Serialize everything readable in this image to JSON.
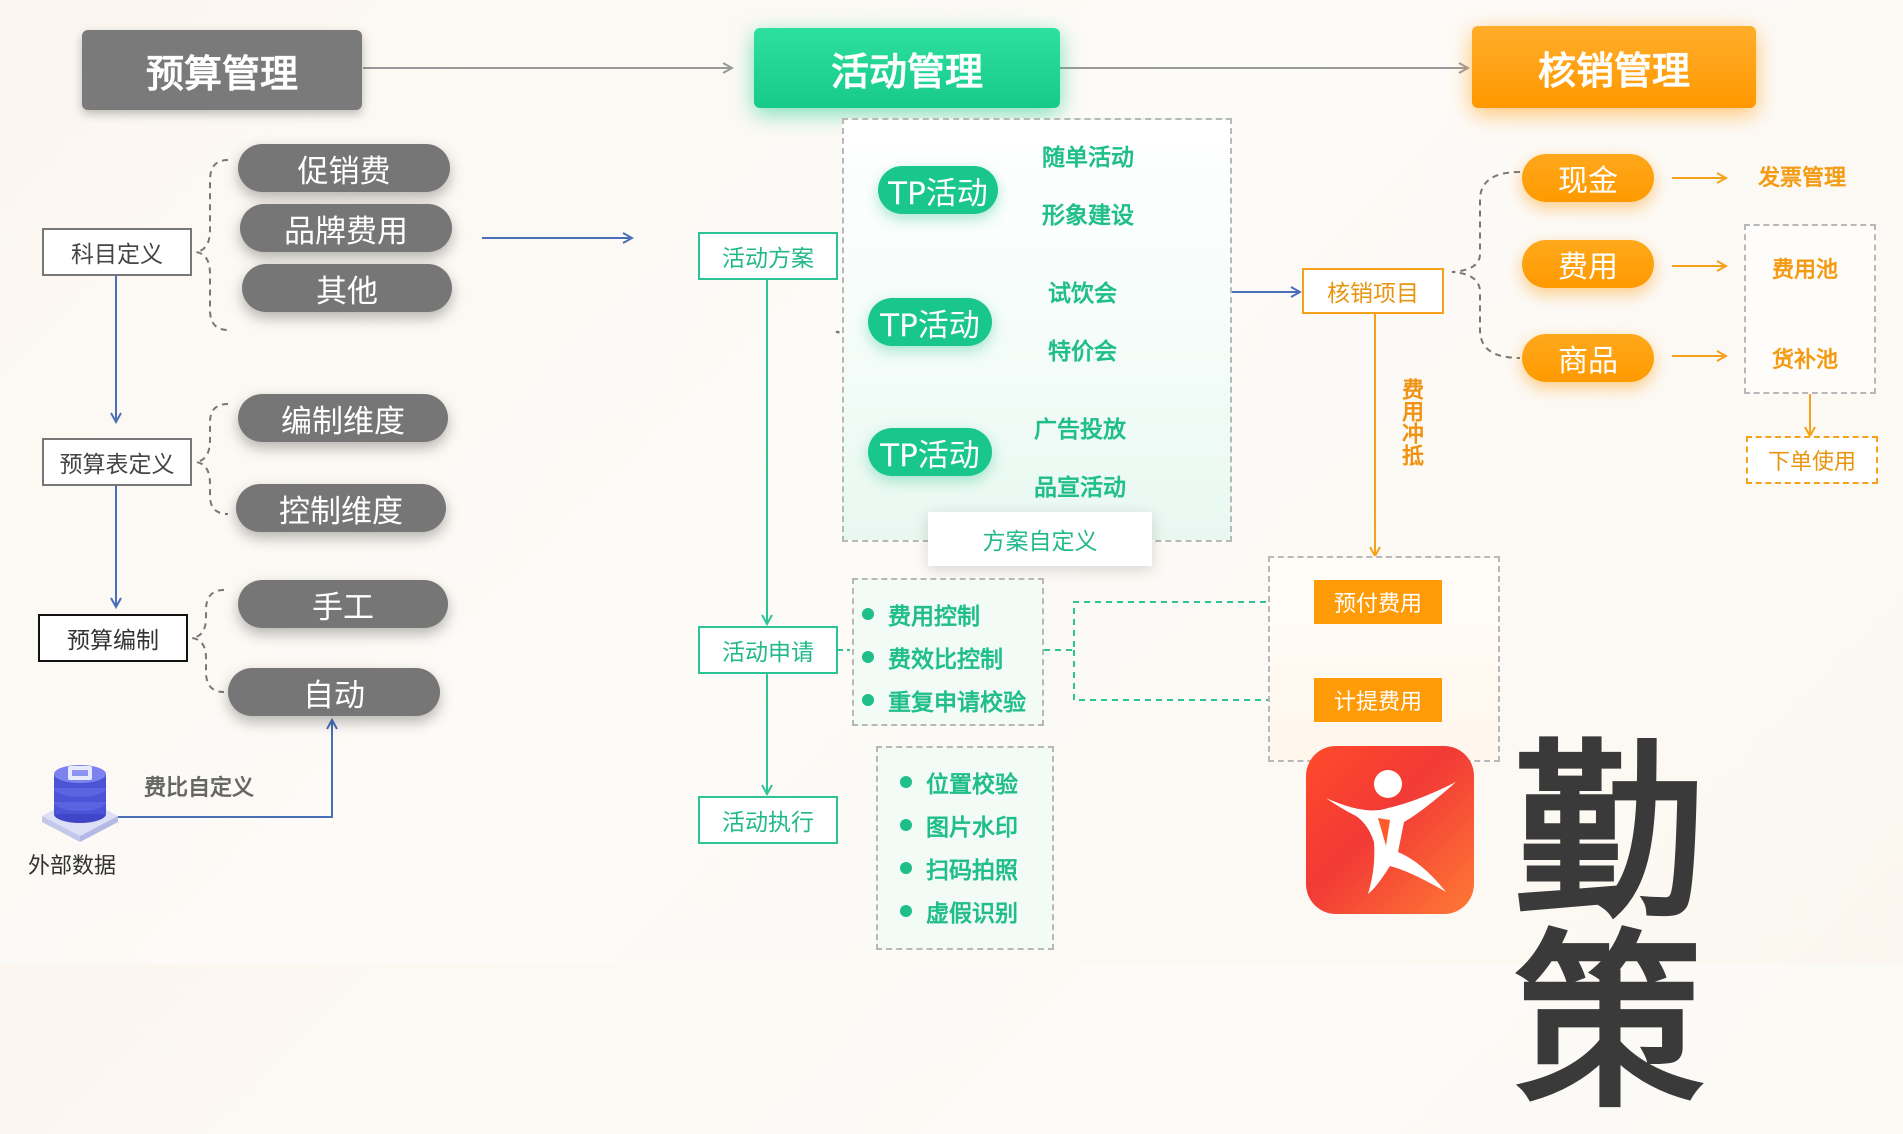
{
  "headers": {
    "budget": "预算管理",
    "activity": "活动管理",
    "writeoff": "核销管理"
  },
  "budget": {
    "subject_def": "科目定义",
    "subject_items": [
      "促销费",
      "品牌费用",
      "其他"
    ],
    "table_def": "预算表定义",
    "table_items": [
      "编制维度",
      "控制维度"
    ],
    "compile": "预算编制",
    "compile_items": [
      "手工",
      "自动"
    ],
    "ratio_label": "费比自定义",
    "external": "外部数据"
  },
  "activity": {
    "plan": "活动方案",
    "tp_label": "TP活动",
    "tp_groups": [
      {
        "items": [
          "随单活动",
          "形象建设"
        ]
      },
      {
        "items": [
          "试饮会",
          "特价会"
        ]
      },
      {
        "items": [
          "广告投放",
          "品宣活动"
        ]
      }
    ],
    "plan_custom": "方案自定义",
    "apply": "活动申请",
    "apply_checks": [
      "费用控制",
      "费效比控制",
      "重复申请校验"
    ],
    "execute": "活动执行",
    "execute_checks": [
      "位置校验",
      "图片水印",
      "扫码拍照",
      "虚假识别"
    ]
  },
  "writeoff": {
    "project": "核销项目",
    "types": [
      "现金",
      "费用",
      "商品"
    ],
    "targets": [
      "发票管理",
      "费用池",
      "货补池"
    ],
    "order_use": "下单使用",
    "offset_label": "费用冲抵",
    "prepaid": "预付费用",
    "accrued": "计提费用"
  },
  "brand": {
    "name": "勤策"
  },
  "colors": {
    "green": "#1fbe8a",
    "orange": "#ff9b06",
    "gray": "#767676",
    "blue": "#4a6fb8"
  }
}
